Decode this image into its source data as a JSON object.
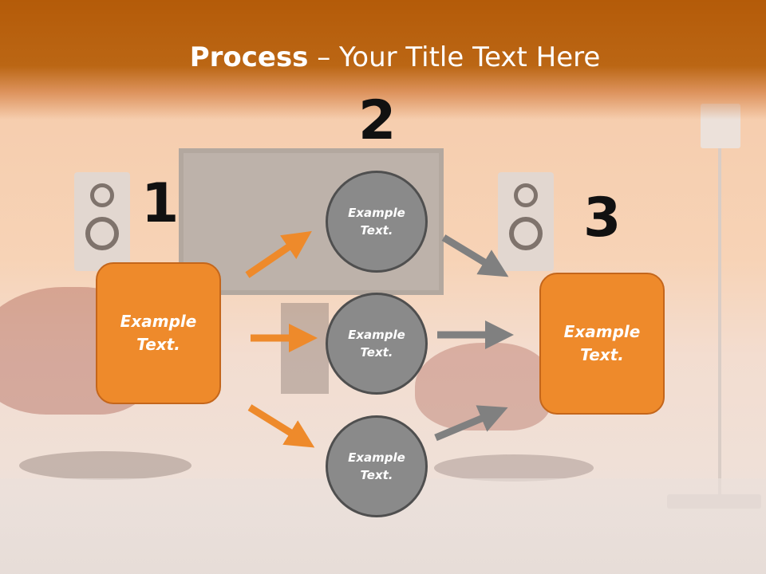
{
  "title": {
    "bold": "Process",
    "rest": " – Your Title Text Here"
  },
  "numbers": [
    "1",
    "2",
    "3"
  ],
  "boxes": [
    {
      "label": "Example Text."
    },
    {
      "label": "Example Text."
    }
  ],
  "circles": [
    {
      "label": "Example Text."
    },
    {
      "label": "Example Text."
    },
    {
      "label": "Example Text."
    }
  ],
  "colors": {
    "accent": "#ee8a2b",
    "band": "#b45b09",
    "circle": "#8a8a8a",
    "gray_arrow": "#808080"
  }
}
